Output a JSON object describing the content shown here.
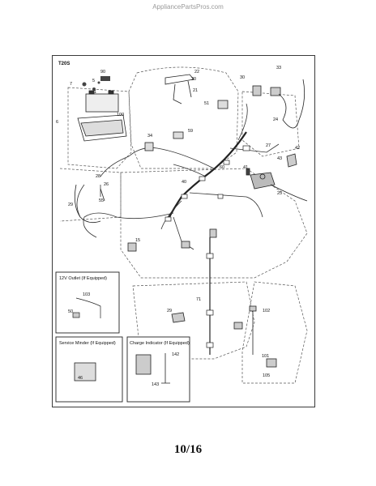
{
  "watermark": "AppliancePartsPros.com",
  "diagram": {
    "model_tag": "T20S",
    "insets": {
      "outlet_12v": "12V Outlet (If Equipped)",
      "service_minder": "Service Minder (If Equipped)",
      "charge_indicator": "Charge Indicator (If Equipped)"
    },
    "callouts": [
      "1",
      "5",
      "6",
      "7",
      "15",
      "20",
      "21",
      "22",
      "24",
      "25",
      "26",
      "27",
      "28",
      "29",
      "30",
      "33",
      "34",
      "40",
      "41",
      "42",
      "43",
      "46",
      "50",
      "51",
      "55",
      "59",
      "60",
      "71",
      "90",
      "100",
      "101",
      "102",
      "103",
      "105",
      "142",
      "143"
    ]
  },
  "footer": {
    "page_number": "10/16"
  }
}
